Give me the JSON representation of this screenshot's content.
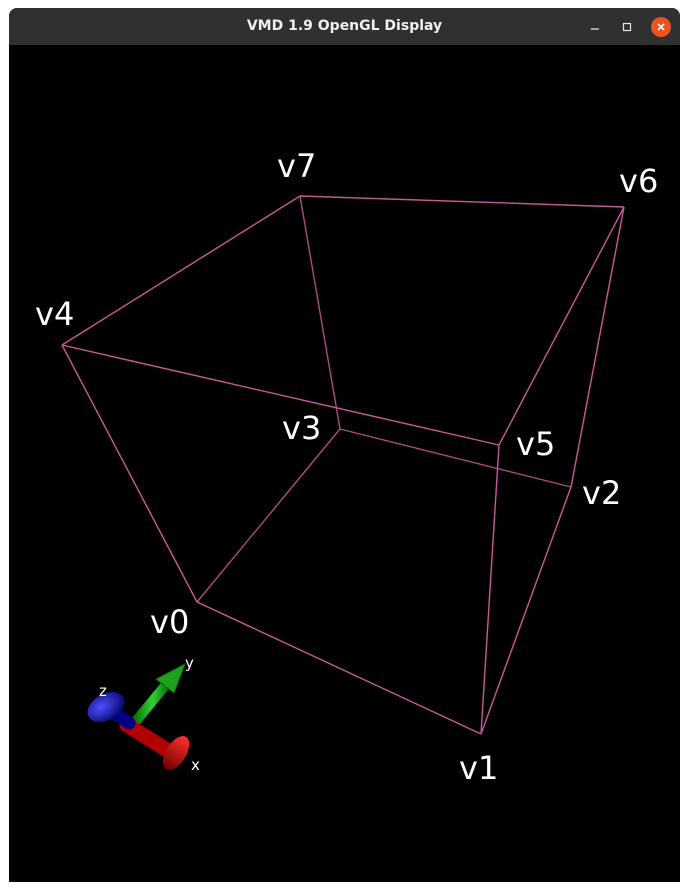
{
  "window": {
    "title": "VMD 1.9 OpenGL Display",
    "buttons": [
      "minimize",
      "maximize",
      "close"
    ]
  },
  "display": {
    "background": "#000000",
    "box_color": "#c85a9a",
    "vertex_labels": [
      "v0",
      "v1",
      "v2",
      "v3",
      "v4",
      "v5",
      "v6",
      "v7"
    ]
  },
  "axes": {
    "x_label": "x",
    "y_label": "y",
    "z_label": "z",
    "x_color": "#c00000",
    "y_color": "#10b010",
    "z_color": "#1010c0"
  }
}
